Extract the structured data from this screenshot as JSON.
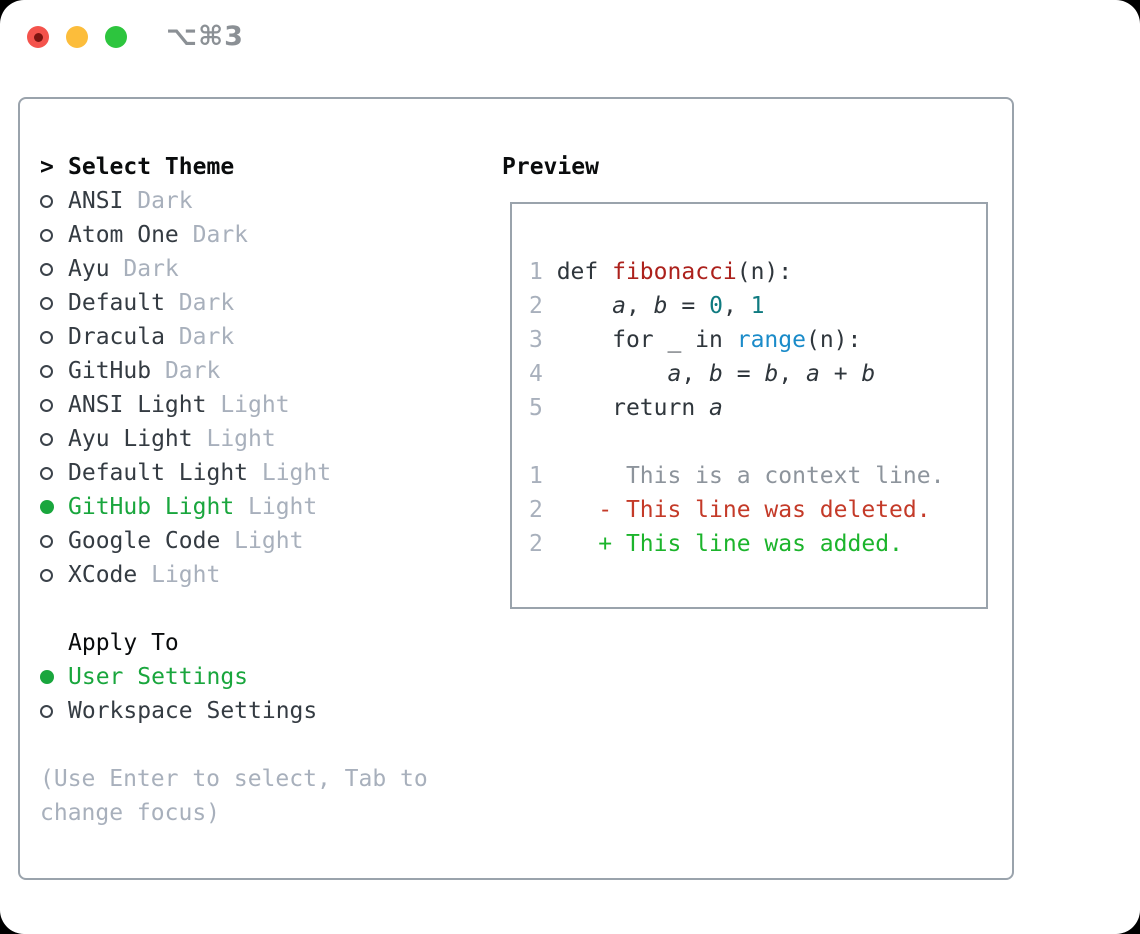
{
  "window": {
    "title_shortcut": "⌥⌘3"
  },
  "colors": {
    "tl-red": "#f4534c",
    "tl-red-dot": "#7c1511",
    "tl-yellow": "#fcbd3b",
    "tl-green": "#2dc53e",
    "title-gray": "#8b9095",
    "border": "#9aa3ac",
    "ring": "#3c434b",
    "accent-green": "#19a63d",
    "text-black": "#0a0c0d",
    "text-dark": "#343b42",
    "muted": "#a8b0bc",
    "gutter": "#a8b0bc",
    "code-plain": "#2f363c",
    "code-fn": "#ac211c",
    "code-builtin": "#1a8bc9",
    "code-num": "#0f7b80",
    "code-context": "#8d949c",
    "diff-red": "#c43a28",
    "diff-green": "#1cb42c"
  },
  "theme_panel": {
    "header_marker": ">",
    "header": "Select Theme",
    "themes": [
      {
        "name": "ANSI",
        "variant": "Dark",
        "selected": false
      },
      {
        "name": "Atom One",
        "variant": "Dark",
        "selected": false
      },
      {
        "name": "Ayu",
        "variant": "Dark",
        "selected": false
      },
      {
        "name": "Default",
        "variant": "Dark",
        "selected": false
      },
      {
        "name": "Dracula",
        "variant": "Dark",
        "selected": false
      },
      {
        "name": "GitHub",
        "variant": "Dark",
        "selected": false
      },
      {
        "name": "ANSI Light",
        "variant": "Light",
        "selected": false
      },
      {
        "name": "Ayu Light",
        "variant": "Light",
        "selected": false
      },
      {
        "name": "Default Light",
        "variant": "Light",
        "selected": false
      },
      {
        "name": "GitHub Light",
        "variant": "Light",
        "selected": true
      },
      {
        "name": "Google Code",
        "variant": "Light",
        "selected": false
      },
      {
        "name": "XCode",
        "variant": "Light",
        "selected": false
      }
    ],
    "apply_to": {
      "header": "Apply To",
      "options": [
        {
          "label": "User Settings",
          "selected": true
        },
        {
          "label": "Workspace Settings",
          "selected": false
        }
      ]
    },
    "hint_line1": "(Use Enter to select, Tab to",
    "hint_line2": "change focus)"
  },
  "preview": {
    "header": "Preview",
    "code_lines": [
      {
        "num": "1",
        "tokens": [
          [
            "plain",
            " def "
          ],
          [
            "fn",
            "fibonacci"
          ],
          [
            "plain",
            "(n):"
          ]
        ]
      },
      {
        "num": "2",
        "tokens": [
          [
            "plain",
            "     "
          ],
          [
            "var",
            "a"
          ],
          [
            "plain",
            ", "
          ],
          [
            "var",
            "b"
          ],
          [
            "plain",
            " = "
          ],
          [
            "num",
            "0"
          ],
          [
            "plain",
            ", "
          ],
          [
            "num",
            "1"
          ]
        ]
      },
      {
        "num": "3",
        "tokens": [
          [
            "plain",
            "     for _ in "
          ],
          [
            "builtin",
            "range"
          ],
          [
            "plain",
            "(n):"
          ]
        ]
      },
      {
        "num": "4",
        "tokens": [
          [
            "plain",
            "         "
          ],
          [
            "var",
            "a"
          ],
          [
            "plain",
            ", "
          ],
          [
            "var",
            "b"
          ],
          [
            "plain",
            " = "
          ],
          [
            "var",
            "b"
          ],
          [
            "plain",
            ", "
          ],
          [
            "var",
            "a"
          ],
          [
            "plain",
            " + "
          ],
          [
            "var",
            "b"
          ]
        ]
      },
      {
        "num": "5",
        "tokens": [
          [
            "plain",
            "     return "
          ],
          [
            "var",
            "a"
          ]
        ]
      },
      {
        "num": "",
        "tokens": []
      },
      {
        "num": "1",
        "tokens": [
          [
            "context",
            "      This is a context line."
          ]
        ]
      },
      {
        "num": "2",
        "tokens": [
          [
            "deleted",
            "    - This line was deleted."
          ]
        ]
      },
      {
        "num": "2",
        "tokens": [
          [
            "added",
            "    + This line was added."
          ]
        ]
      }
    ]
  }
}
